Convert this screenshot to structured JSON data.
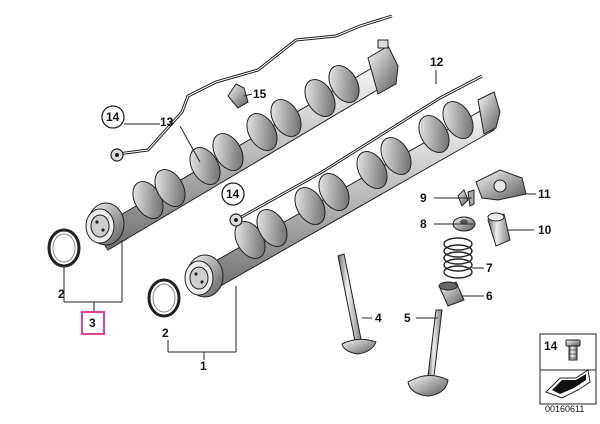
{
  "callouts": {
    "c1": "1",
    "c2a": "2",
    "c2b": "2",
    "c3": "3",
    "c4": "4",
    "c5": "5",
    "c6": "6",
    "c7": "7",
    "c8": "8",
    "c9": "9",
    "c10": "10",
    "c11": "11",
    "c12": "12",
    "c13": "13",
    "c14a": "14",
    "c14b": "14",
    "c15": "15"
  },
  "legend": {
    "part": "14",
    "drawing_number": "00160611"
  },
  "colors": {
    "highlight": "#e0409a",
    "line": "#222222"
  }
}
